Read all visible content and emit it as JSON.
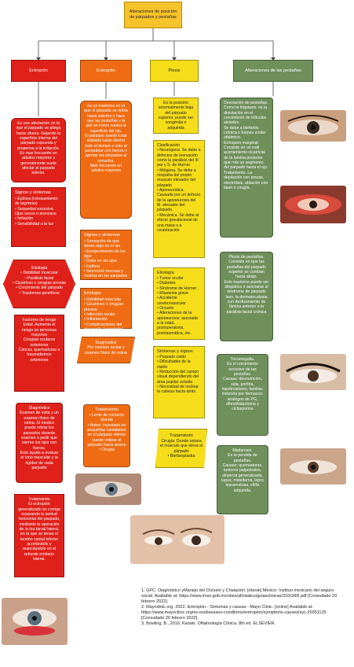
{
  "title": "Alteraciones de posición de párpados y pestañas",
  "columns": {
    "ectropion": {
      "heading": "Ectropión",
      "definition": "Es una afectación en la que el párpado se pliega hacia afuera. Dejando la superficie interna del párpado expuesta y propensa a la irritación.\nEs mas frecuente en adultos mayores y generalmente suele afectar al parpado inferior.",
      "symptoms_title": "Signos y síntomas",
      "symptoms": [
        "Epífora (rebosamiento de lagrimas)",
        "Sequedad excesiva. Ojos secos o arenosos",
        "Irritación",
        "Sensibilidad a la luz"
      ],
      "etiology_title": "Etiología",
      "etiology": [
        "Debilidad muscular",
        "Parálisis facial",
        "Cicatrices o cirugías previas",
        "Crecimiento del párpado",
        "Trastornos genéticos"
      ],
      "risk": "Factores de riesgo\nEdad. Aumenta el riesgo en personas mayores\nCirugías oculares anteriores\nCáncer, quemaduras o traumatismos anteriores",
      "diagnosis": "Diagnóstico\nExamen de vista y un examen físico de rutina. El medico puede retirar los parpados durante examen o pedir que cierres los ojos con fuerza.\nEsto ayuda a evaluar el tono muscular y la rigidez de cada parpado",
      "treatment": "Tratamiento\nEl ectropión generalizado se corrige reparando la laxitud horizontal del parpado, mediante la operación de la tira tarsal lateral, en la que se tensa el tendón cantal inferior acortándolo y reanclándolo en el reborde orbitario lateral."
    },
    "entropion": {
      "heading": "Entropión",
      "definition": "Es un trastorno en el que el párpado se dobla hacia adentro y hace que las pestañas y la piel se froten contra la superficie del ojo.\nEl párpado puede estar doblado hacia dentro todo el tiempo o solo al parpadear con fuerza o apretar los párpados al cerrarlos.\nMas frecuente en adultos mayores",
      "symptoms_title": "Signos y síntomas",
      "symptoms": [
        "Sensación de que tienes algo en el ojo",
        "Enrojecimiento de los ojos",
        "Dolor en los ojos",
        "Epífora",
        "Secreción mucosa y costras en los parpados"
      ],
      "etiology_title": "Etiología",
      "etiology": [
        "Debilidad muscular",
        "Cicatrices o cirugías previas",
        "Infección ocular",
        "Inflamación",
        "Complicaciones del desarrollo (congénito)"
      ],
      "diagnosis": "Diagnostico\nPor examen ocular y examen físico de rutina",
      "treatment_title": "Tratamiento",
      "treatment": [
        "Lente de contacto blanda",
        "Botox: inyectada en pequeñas cantidades en el párpado inferior puede voltear el párpado hacia afuera",
        "Cirugía"
      ]
    },
    "ptosis": {
      "heading": "Ptosis",
      "definition": "Es la posición anormalmente baja del párpado superior, puede ser congénita o adquirida",
      "classification": "Clasificación\n• Neurógena. Se debe a defectos de inervación como la parálisis del III par y S. de Horner\n• Miógena. Se debe a miopatía del propio musculo elevador del párpado\n• Aponeurótica. Causada por un defecto de la aponeurosis del M. elevador del párpado.\n• Mecánica. Se debe al efecto gravitacional de una masa o a cicatrización",
      "etiology_title": "Etiología",
      "etiology": [
        "Tumor ocular",
        "Diabetes",
        "Síndrome de Horner",
        "Miastenia grave",
        "Accidente cerebrovascular",
        "Orzuelo",
        "Alteraciones de la aponeurosis: asociada a la edad, postoperatoria, postraumática, etc."
      ],
      "symptoms_title": "Síntomas y signos",
      "symptoms": [
        "Parpado caído",
        "Dificultades de la visión",
        "Reducción del campo visual dependiendo del área pupilar ocluida",
        "Necesidad de inclinar la cabeza hacia atrás"
      ],
      "treatment_title": "Tratamiento",
      "treatment": [
        "Cirugía. Donde repara el músculo que eleva el párpado",
        "Blefaroplastia"
      ]
    },
    "lashes": {
      "heading": "Alteraciones de las pestañas",
      "trichiasis": "Desviación de pestañas.\nComo la triquiasis: es la desviación en el crecimiento de folículos aislados.\nSe debe a blefaritis crónica o herpes zoster oftálmico.\nEntropion marginal. Consiste en un sutil acortamiento cicatricial de la lamina posterior que rota un segmento del parpado hacia el ojo.\nTratamiento. La depilación con pinzas, electrólisis, ablación con láser o cirugía.",
      "ptosis_lashes": "Ptosis de pestañas.\nConsiste en que las pestañas del párpado superior se comban hacia abajo.\nEste trastorno puede ser idiopático o asociarse al síndrome de párpado laxo, la dermatocalasia con deslizamiento de lámina anterior o la parálisis facial crónica",
      "trichomegaly": "Tricomegalia.\nEs el crecimiento excesivo de las pestañas.\nCausas: desnutrición, sida, porfiria, hipotiroidismo, familiar, inducida por fármacos: análogos de PG, difenilhidantoína y ciclosporina",
      "madarosis": "Madarosis.\nEs la perdida de pestañas.\nCausas: quemaduras, tumores palpebrales, alopecia generalizada, lupus, mixedema, lepra lepramatosa, sífilis adquirida."
    }
  },
  "references": [
    "1. GPC. Diagnóstico yManejo del Orzuelo y Chalazión. [ebook] Mexico: Instituo mexicano del seguro social. Available at: https://www.imss.gob.mx/sites/all/statics/guiasclinicas/316GRR.pdf [Consultado 20 febrero 2022].",
    "2. Mayodinic.org. 2022. Entropión - Síntomas y causas - Mayo Clinic. [online] Available at: https://www.mayoclinic.org/es-es/diseases-conditions/entropion/symptoms-causes/syc-20351125 [Consultado 20 febrero 2022].",
    "3. Bowling, B., 2016. Kanski. Oftalmología Clínica. 8th ed. ELSEVIER."
  ],
  "colors": {
    "title": "#f7c32a",
    "ectropion": "#e0201a",
    "entropion": "#ef6c14",
    "ptosis": "#f5dd1a",
    "lashes": "#6f8f5b"
  }
}
